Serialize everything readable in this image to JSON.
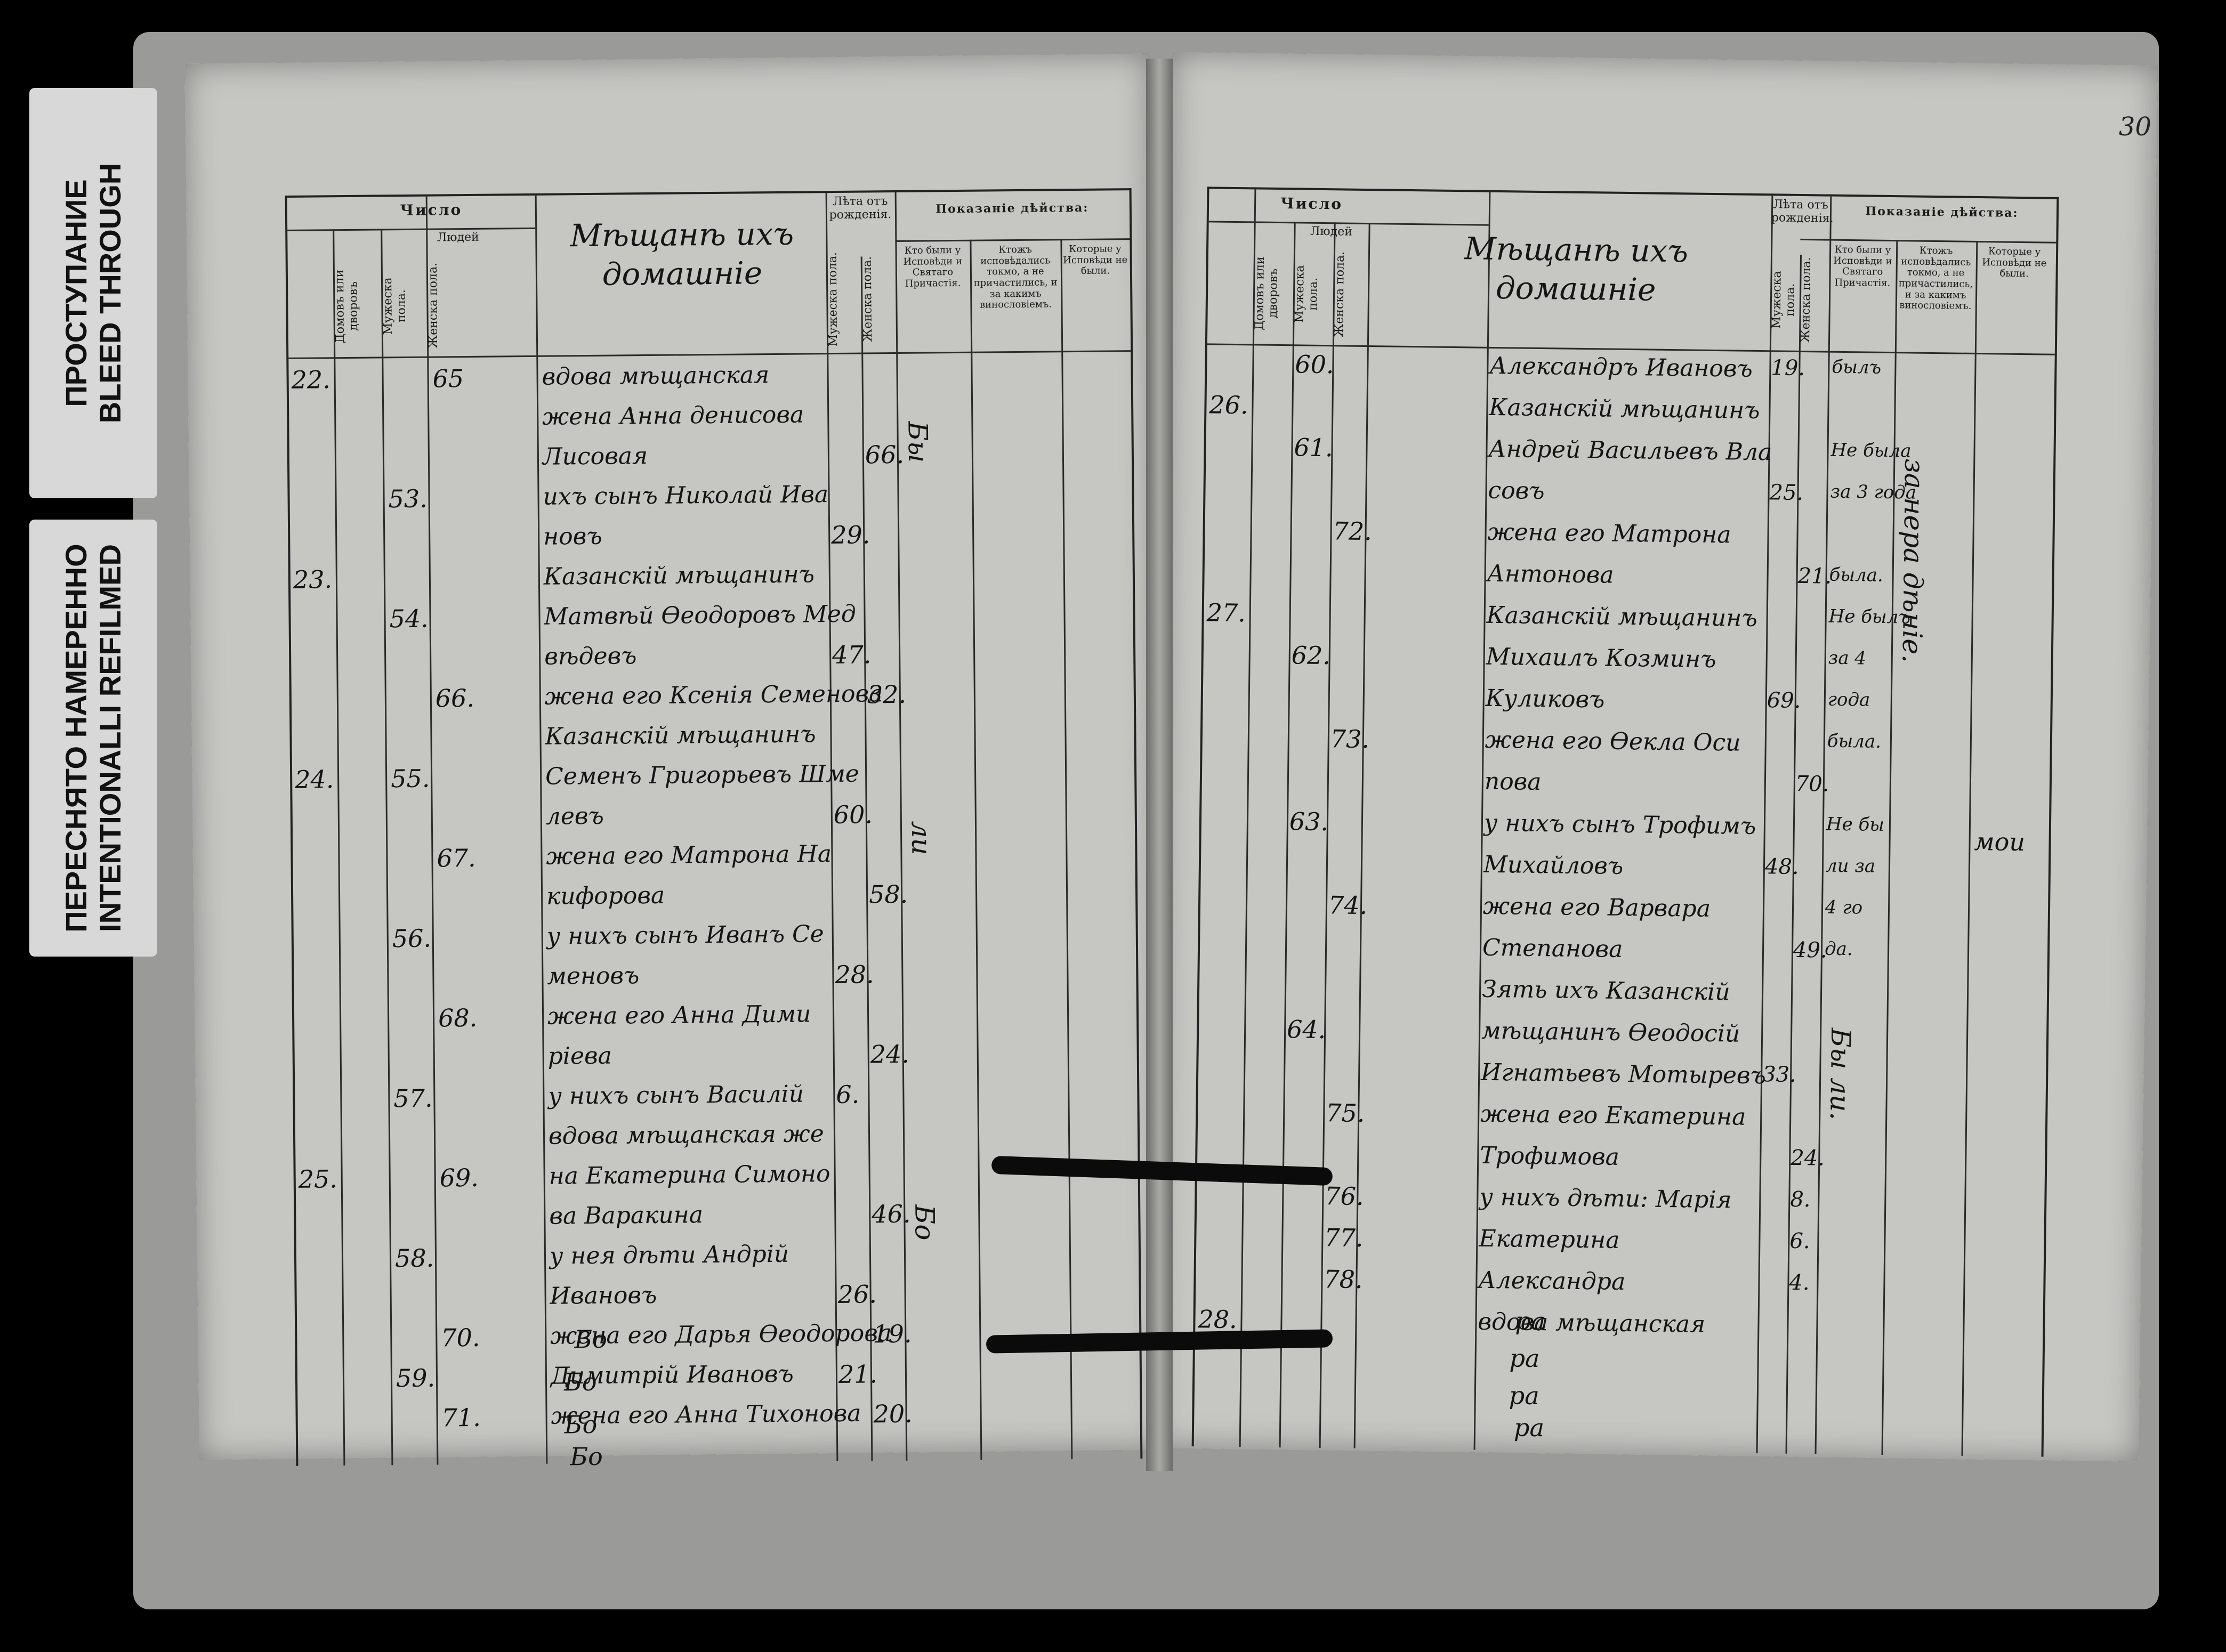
{
  "stamps": {
    "bleed": [
      "ПРОСТУПАНИЕ",
      "BLEED THROUGH"
    ],
    "refilmed": [
      "ПЕРЕСНЯТО НАМЕРЕННО",
      "INTENTIONALLI REFILMED"
    ]
  },
  "corner_number": "30",
  "headers": {
    "chislo": "Число",
    "lyudey": "Людей",
    "dvorov": "Домовъ или дворовъ",
    "muzh": "Мужеска пола.",
    "zhen": "Женска пола.",
    "leta": "Лѣта отъ рожденія.",
    "pokazanie": "Показаніе дѣйства:",
    "kto_byli": "Кто были у Исповѣди и Святаго Причастія.",
    "kto_ispov": "Ктожъ исповѣдались токмо, а не причастились, и за какимъ винословіемъ.",
    "kotorye": "Которые у Исповѣди не были."
  },
  "left_page": {
    "title": "Мѣщанѣ ихъ домашніе",
    "rows": [
      {
        "dvor": "22.",
        "m": "",
        "f": "65",
        "name": "вдова мѣщанская",
        "am": "",
        "af": ""
      },
      {
        "dvor": "",
        "m": "",
        "f": "",
        "name": "жена Анна денисова",
        "am": "",
        "af": ""
      },
      {
        "dvor": "",
        "m": "",
        "f": "",
        "name": "Лисовая",
        "am": "",
        "af": "66."
      },
      {
        "dvor": "",
        "m": "53.",
        "f": "",
        "name": "ихъ сынъ Николай Ива",
        "am": "",
        "af": ""
      },
      {
        "dvor": "",
        "m": "",
        "f": "",
        "name": "новъ",
        "am": "29.",
        "af": ""
      },
      {
        "dvor": "23.",
        "m": "",
        "f": "",
        "name": "Казанскій мѣщанинъ",
        "am": "",
        "af": ""
      },
      {
        "dvor": "",
        "m": "54.",
        "f": "",
        "name": "Матвѣй Өеодоровъ Мед",
        "am": "",
        "af": ""
      },
      {
        "dvor": "",
        "m": "",
        "f": "",
        "name": "вѣдевъ",
        "am": "47.",
        "af": ""
      },
      {
        "dvor": "",
        "m": "",
        "f": "66.",
        "name": "жена его Ксенія Семенова",
        "am": "",
        "af": "32."
      },
      {
        "dvor": "",
        "m": "",
        "f": "",
        "name": "Казанскій мѣщанинъ",
        "am": "",
        "af": ""
      },
      {
        "dvor": "24.",
        "m": "55.",
        "f": "",
        "name": "Семенъ Григорьевъ Шме",
        "am": "",
        "af": ""
      },
      {
        "dvor": "",
        "m": "",
        "f": "",
        "name": "левъ",
        "am": "60.",
        "af": ""
      },
      {
        "dvor": "",
        "m": "",
        "f": "67.",
        "name": "жена его Матрона На",
        "am": "",
        "af": ""
      },
      {
        "dvor": "",
        "m": "",
        "f": "",
        "name": "кифорова",
        "am": "",
        "af": "58."
      },
      {
        "dvor": "",
        "m": "56.",
        "f": "",
        "name": "у нихъ сынъ Иванъ Се",
        "am": "",
        "af": ""
      },
      {
        "dvor": "",
        "m": "",
        "f": "",
        "name": "меновъ",
        "am": "28.",
        "af": ""
      },
      {
        "dvor": "",
        "m": "",
        "f": "68.",
        "name": "жена его Анна Дими",
        "am": "",
        "af": ""
      },
      {
        "dvor": "",
        "m": "",
        "f": "",
        "name": "ріева",
        "am": "",
        "af": "24."
      },
      {
        "dvor": "",
        "m": "57.",
        "f": "",
        "name": "у нихъ сынъ Василій",
        "am": "6.",
        "af": ""
      },
      {
        "dvor": "",
        "m": "",
        "f": "",
        "name": "вдова мѣщанская же",
        "am": "",
        "af": ""
      },
      {
        "dvor": "25.",
        "m": "",
        "f": "69.",
        "name": "на Екатерина Симоно",
        "am": "",
        "af": ""
      },
      {
        "dvor": "",
        "m": "",
        "f": "",
        "name": "ва Варакина",
        "am": "",
        "af": "46."
      },
      {
        "dvor": "",
        "m": "58.",
        "f": "",
        "name": "у нея дѣти Андрій",
        "am": "",
        "af": ""
      },
      {
        "dvor": "",
        "m": "",
        "f": "",
        "name": "Ивановъ",
        "am": "26.",
        "af": ""
      },
      {
        "dvor": "",
        "m": "",
        "f": "70.",
        "name": "жена его Дарья Өеодорова",
        "am": "",
        "af": "19."
      },
      {
        "dvor": "",
        "m": "59.",
        "f": "",
        "name": "Димитрій Ивановъ",
        "am": "21.",
        "af": ""
      },
      {
        "dvor": "",
        "m": "",
        "f": "71.",
        "name": "жена его Анна Тихонова",
        "am": "",
        "af": "20."
      }
    ],
    "notes": [
      "Бо",
      "Бо",
      "Бо",
      "Бо"
    ],
    "vertical_marks": [
      "Бы",
      "ли",
      "Бо"
    ]
  },
  "right_page": {
    "title": "Мѣщанѣ ихъ домашніе",
    "rows": [
      {
        "dvor": "",
        "m": "60.",
        "f": "",
        "name": "Александръ Ивановъ",
        "am": "19.",
        "af": "",
        "by": "былъ"
      },
      {
        "dvor": "26.",
        "m": "",
        "f": "",
        "name": "Казанскій мѣщанинъ",
        "am": "",
        "af": "",
        "by": ""
      },
      {
        "dvor": "",
        "m": "61.",
        "f": "",
        "name": "Андрей Васильевъ Вла",
        "am": "",
        "af": "",
        "by": "Не была"
      },
      {
        "dvor": "",
        "m": "",
        "f": "",
        "name": "совъ",
        "am": "25.",
        "af": "",
        "by": "за 3 года"
      },
      {
        "dvor": "",
        "m": "",
        "f": "72.",
        "name": "жена его Матрона",
        "am": "",
        "af": "",
        "by": ""
      },
      {
        "dvor": "",
        "m": "",
        "f": "",
        "name": "Антонова",
        "am": "",
        "af": "21.",
        "by": "была."
      },
      {
        "dvor": "27.",
        "m": "",
        "f": "",
        "name": "Казанскій мѣщанинъ",
        "am": "",
        "af": "",
        "by": "Не былъ"
      },
      {
        "dvor": "",
        "m": "62.",
        "f": "",
        "name": "Михаилъ Козминъ",
        "am": "",
        "af": "",
        "by": "за 4"
      },
      {
        "dvor": "",
        "m": "",
        "f": "",
        "name": "Куликовъ",
        "am": "69.",
        "af": "",
        "by": "года"
      },
      {
        "dvor": "",
        "m": "",
        "f": "73.",
        "name": "жена его Өекла Оси",
        "am": "",
        "af": "",
        "by": "была."
      },
      {
        "dvor": "",
        "m": "",
        "f": "",
        "name": "пова",
        "am": "",
        "af": "70.",
        "by": ""
      },
      {
        "dvor": "",
        "m": "63.",
        "f": "",
        "name": "у нихъ сынъ Трофимъ",
        "am": "",
        "af": "",
        "by": "Не бы"
      },
      {
        "dvor": "",
        "m": "",
        "f": "",
        "name": "Михайловъ",
        "am": "48.",
        "af": "",
        "by": "ли за"
      },
      {
        "dvor": "",
        "m": "",
        "f": "74.",
        "name": "жена его Варвара",
        "am": "",
        "af": "",
        "by": "4 го"
      },
      {
        "dvor": "",
        "m": "",
        "f": "",
        "name": "Степанова",
        "am": "",
        "af": "49.",
        "by": "да."
      },
      {
        "dvor": "",
        "m": "",
        "f": "",
        "name": "Зять ихъ Казанскій",
        "am": "",
        "af": "",
        "by": ""
      },
      {
        "dvor": "",
        "m": "64.",
        "f": "",
        "name": "мѣщанинъ Өеодосій",
        "am": "",
        "af": "",
        "by": ""
      },
      {
        "dvor": "",
        "m": "",
        "f": "",
        "name": "Игнатьевъ Мотыревъ",
        "am": "33.",
        "af": "",
        "by": ""
      },
      {
        "dvor": "",
        "m": "",
        "f": "75.",
        "name": "жена его Екатерина",
        "am": "",
        "af": "",
        "by": ""
      },
      {
        "dvor": "",
        "m": "",
        "f": "",
        "name": "Трофимова",
        "am": "",
        "af": "24.",
        "by": ""
      },
      {
        "dvor": "",
        "m": "",
        "f": "76.",
        "name": "у нихъ дѣти: Марія",
        "am": "",
        "af": "8.",
        "by": ""
      },
      {
        "dvor": "",
        "m": "",
        "f": "77.",
        "name": "Екатерина",
        "am": "",
        "af": "6.",
        "by": ""
      },
      {
        "dvor": "",
        "m": "",
        "f": "78.",
        "name": "Александра",
        "am": "",
        "af": "4.",
        "by": ""
      },
      {
        "dvor": "28.",
        "m": "",
        "f": "",
        "name": "вдова мѣщанская",
        "am": "",
        "af": "",
        "by": ""
      }
    ],
    "notes": [
      "ра",
      "ра",
      "ра",
      "ра"
    ],
    "vertical_marks": [
      "за нера дѣніе.",
      "Бы ли.",
      "мои"
    ]
  }
}
